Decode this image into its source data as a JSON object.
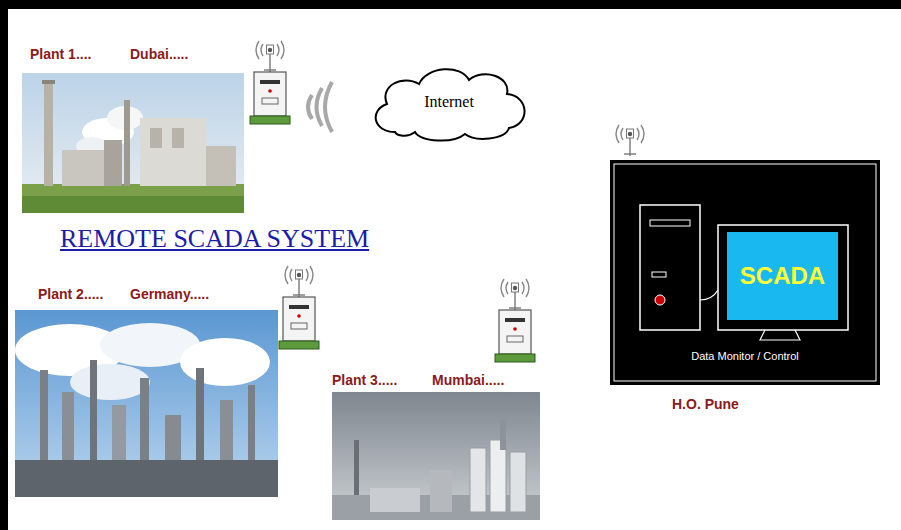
{
  "diagram": {
    "title": "REMOTE SCADA SYSTEM",
    "nodes": [
      {
        "text": [
          "Plant 1....",
          "Dubai....."
        ]
      },
      {
        "text": [
          "Internet"
        ]
      },
      {
        "text": [
          "Data Monitor / Control",
          "H.O. Pune"
        ]
      },
      {
        "text": [
          "SCADA"
        ],
        "in": 2
      },
      {
        "text": [
          "Plant 2.....",
          "Germany....."
        ]
      },
      {
        "text": [
          "Plant 3.....",
          "Mumbai....."
        ]
      }
    ]
  }
}
